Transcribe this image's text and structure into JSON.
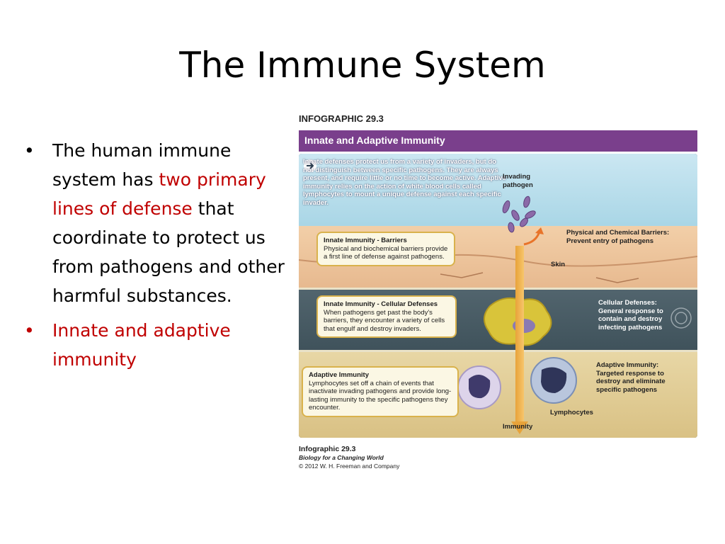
{
  "slide": {
    "title": "The Immune System",
    "bullets": [
      {
        "dot": "•",
        "parts": [
          "The human immune system has ",
          "two primary lines of defense",
          " that coordinate to protect us from pathogens and other harmful substances."
        ]
      },
      {
        "dot": "•",
        "text": "Innate and adaptive immunity"
      }
    ]
  },
  "infographic": {
    "heading": "INFOGRAPHIC 29.3",
    "bar_title": "Innate and Adaptive Immunity",
    "intro": "Innate defenses protect us from a variety of invaders, but do not distinguish between specific pathogens. They are always present, and require little or no time to become active. Adaptive immunity relies on the action of white blood cells called lymphocytes to mount a unique defense against each specific invader.",
    "invading_pathogen": "Invading pathogen",
    "barriers_box": {
      "title": "Innate Immunity - Barriers",
      "text": "Physical and biochemical barriers provide a first line of defense against pathogens."
    },
    "barriers_label": {
      "title": "Physical and Chemical Barriers:",
      "text": "Prevent entry of pathogens"
    },
    "skin": "Skin",
    "cellular_box": {
      "title": "Innate Immunity - Cellular Defenses",
      "text": "When pathogens get past the body's barriers, they encounter a variety of cells that engulf and destroy invaders."
    },
    "cellular_label": {
      "title": "Cellular Defenses:",
      "text": "General response to contain and destroy infecting pathogens"
    },
    "adaptive_box": {
      "title": "Adaptive Immunity",
      "text": "Lymphocytes set off a chain of events that inactivate invading pathogens and provide long-lasting immunity to the specific pathogens they encounter."
    },
    "adaptive_label": {
      "title": "Adaptive Immunity:",
      "text": "Targeted response to destroy and eliminate specific pathogens"
    },
    "lymphocytes": "Lymphocytes",
    "immunity": "Immunity",
    "caption": {
      "title": "Infographic 29.3",
      "book": "Biology for a Changing World",
      "copyright": "© 2012 W. H. Freeman and Company"
    },
    "colors": {
      "bar": "#7a3f8c",
      "arrow": "#e8a33a",
      "red_text": "#c00000"
    }
  }
}
